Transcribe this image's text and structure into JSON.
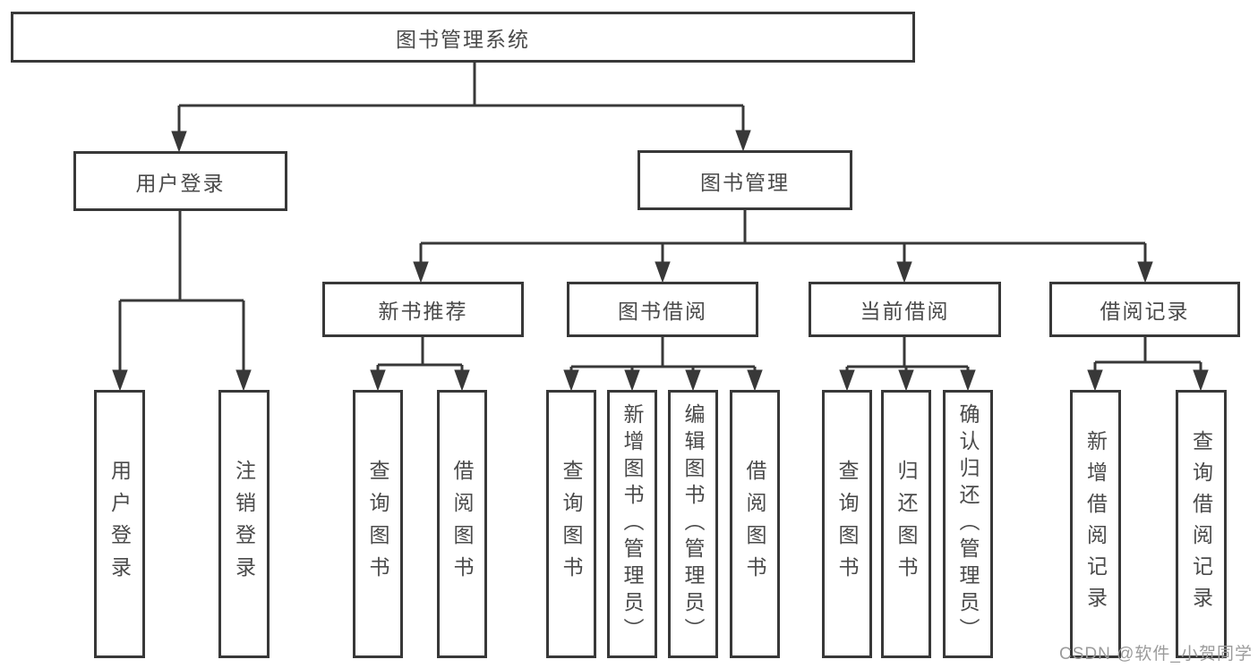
{
  "diagram_title": "图书管理系统",
  "nodes": {
    "root": {
      "label": "图书管理系统"
    },
    "l2": [
      {
        "label": "用户登录"
      },
      {
        "label": "图书管理"
      }
    ],
    "l3": [
      {
        "label": "新书推荐"
      },
      {
        "label": "图书借阅"
      },
      {
        "label": "当前借阅"
      },
      {
        "label": "借阅记录"
      }
    ],
    "leaves": [
      {
        "label": "用户登录",
        "parent": "用户登录"
      },
      {
        "label": "注销登录",
        "parent": "用户登录"
      },
      {
        "label": "查询图书",
        "parent": "新书推荐"
      },
      {
        "label": "借阅图书",
        "parent": "新书推荐"
      },
      {
        "label": "查询图书",
        "parent": "图书借阅"
      },
      {
        "label": "新增图书（管理员）",
        "parent": "图书借阅"
      },
      {
        "label": "编辑图书（管理员）",
        "parent": "图书借阅"
      },
      {
        "label": "借阅图书",
        "parent": "图书借阅"
      },
      {
        "label": "查询图书",
        "parent": "当前借阅"
      },
      {
        "label": "归还图书",
        "parent": "当前借阅"
      },
      {
        "label": "确认归还（管理员）",
        "parent": "当前借阅"
      },
      {
        "label": "新增借阅记录",
        "parent": "借阅记录"
      },
      {
        "label": "查询借阅记录",
        "parent": "借阅记录"
      }
    ]
  },
  "colors": {
    "line": "#383838",
    "text": "#4a4a4a",
    "background": "#ffffff",
    "watermark_text": "#9b9b9b"
  },
  "watermark": "CSDN @软件_小贺同学"
}
